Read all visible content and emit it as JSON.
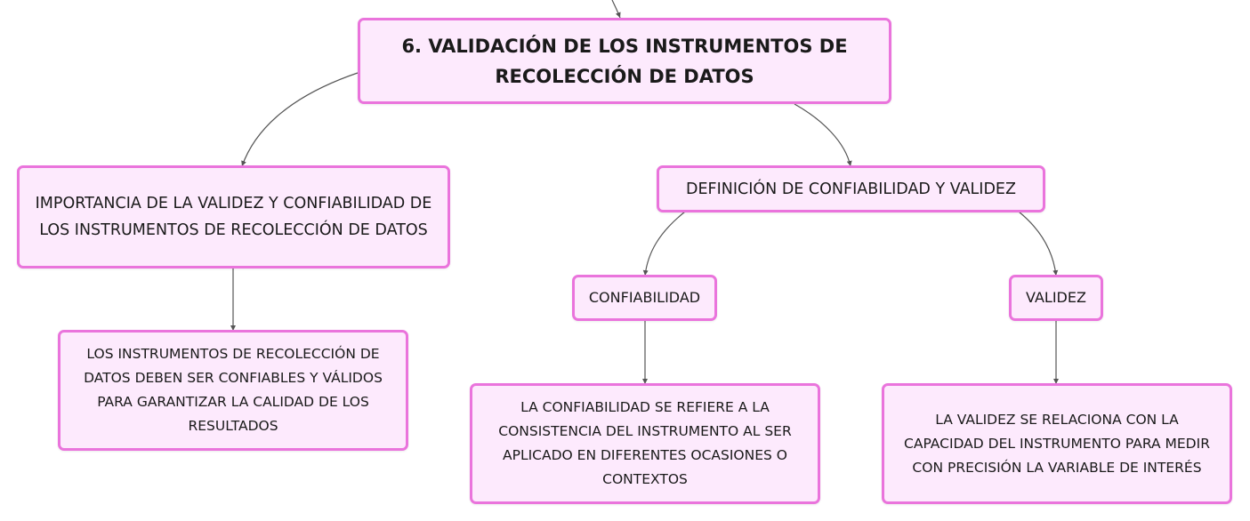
{
  "diagram": {
    "root": {
      "title": "6. VALIDACIÓN DE LOS INSTRUMENTOS DE RECOLECCIÓN DE DATOS"
    },
    "importance": {
      "label": "IMPORTANCIA DE LA VALIDEZ Y CONFIABILIDAD DE LOS INSTRUMENTOS DE RECOLECCIÓN DE DATOS",
      "detail": "LOS INSTRUMENTOS DE RECOLECCIÓN DE DATOS DEBEN SER CONFIABLES Y VÁLIDOS PARA GARANTIZAR LA CALIDAD DE LOS RESULTADOS"
    },
    "definition": {
      "label": "DEFINICIÓN DE CONFIABILIDAD Y VALIDEZ",
      "reliability": {
        "label": "CONFIABILIDAD",
        "detail": "LA CONFIABILIDAD SE REFIERE A LA CONSISTENCIA DEL INSTRUMENTO AL SER APLICADO EN DIFERENTES OCASIONES O CONTEXTOS"
      },
      "validity": {
        "label": "VALIDEZ",
        "detail": "LA VALIDEZ SE RELACIONA CON LA CAPACIDAD DEL INSTRUMENTO PARA MEDIR CON PRECISIÓN LA VARIABLE DE INTERÉS"
      }
    }
  },
  "colors": {
    "node_fill": "#fdeafd",
    "node_border": "#ea74dc",
    "connector": "#555555"
  }
}
